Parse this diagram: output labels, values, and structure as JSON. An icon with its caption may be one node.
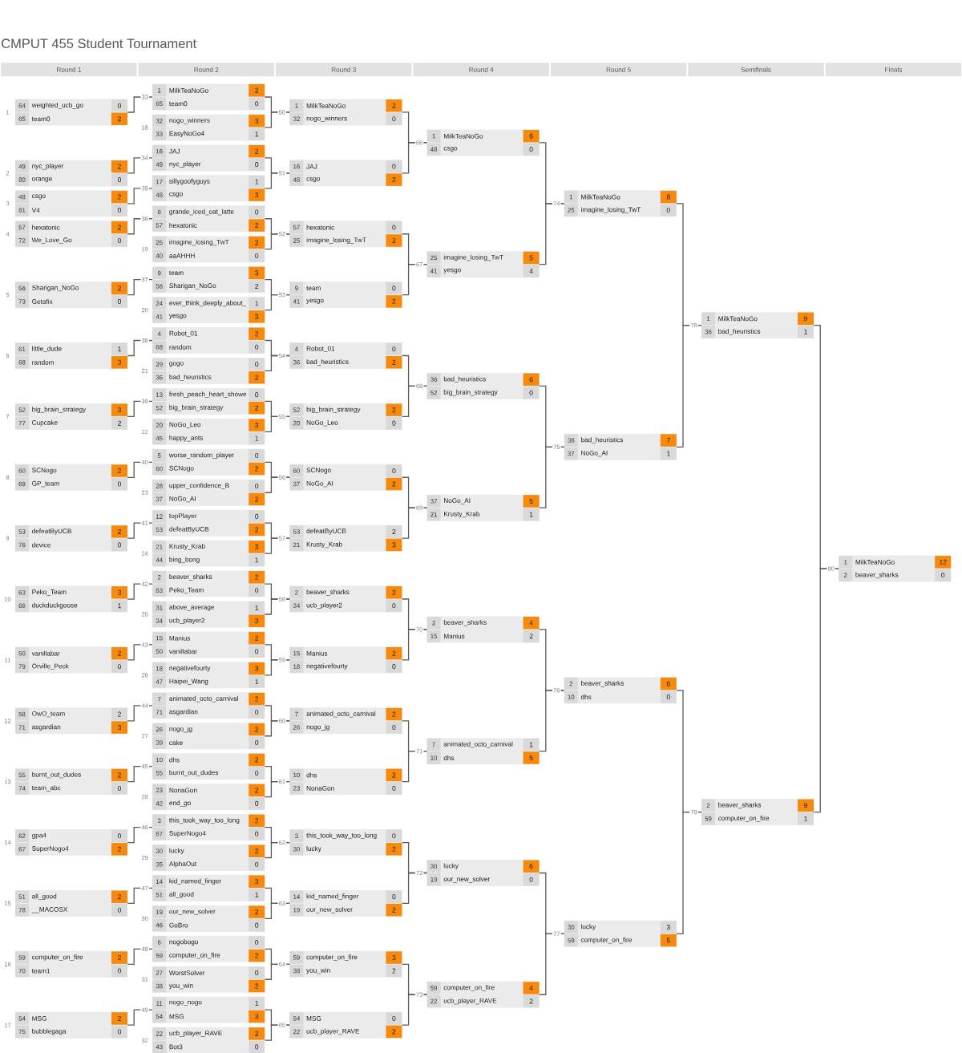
{
  "diagram": {
    "title": "CMPUT 455 Student Tournament",
    "nodes": [
      {
        "text": [
          "64",
          "weighted_ucb_go",
          "0",
          "65",
          "team0",
          "2"
        ],
        "beside": [
          "1"
        ]
      },
      {
        "text": [
          "49",
          "nyc_player",
          "2",
          "80",
          "orange",
          "0"
        ],
        "beside": [
          "2"
        ]
      },
      {
        "text": [
          "48",
          "csgo",
          "2",
          "81",
          "V4",
          "0"
        ],
        "beside": [
          "3"
        ]
      },
      {
        "text": [
          "57",
          "hexatonic",
          "2",
          "72",
          "We_Love_Go",
          "0"
        ],
        "beside": [
          "4"
        ]
      },
      {
        "text": [
          "56",
          "Sharigan_NoGo",
          "2",
          "73",
          "Getafix",
          "0"
        ],
        "beside": [
          "5"
        ]
      },
      {
        "text": [
          "61",
          "little_dude",
          "1",
          "68",
          "random",
          "3"
        ],
        "beside": [
          "6"
        ]
      },
      {
        "text": [
          "52",
          "big_brain_strategy",
          "3",
          "77",
          "Cupcake",
          "2"
        ],
        "beside": [
          "7"
        ]
      },
      {
        "text": [
          "60",
          "SCNogo",
          "2",
          "69",
          "GP_team",
          "0"
        ],
        "beside": [
          "8"
        ]
      },
      {
        "text": [
          "53",
          "defeatByUCB",
          "2",
          "76",
          "device",
          "0"
        ],
        "beside": [
          "9"
        ]
      },
      {
        "text": [
          "63",
          "Peko_Team",
          "3",
          "66",
          "duckduckgoose",
          "1"
        ],
        "beside": [
          "10"
        ]
      },
      {
        "text": [
          "50",
          "vanillabar",
          "2",
          "79",
          "Orville_Peck",
          "0"
        ],
        "beside": [
          "11"
        ]
      },
      {
        "text": [
          "58",
          "OwO_team",
          "2",
          "71",
          "asgardian",
          "3"
        ],
        "beside": [
          "12"
        ]
      },
      {
        "text": [
          "55",
          "burnt_out_dudes",
          "2",
          "74",
          "team_abc",
          "0"
        ],
        "beside": [
          "13"
        ]
      },
      {
        "text": [
          "62",
          "gpa4",
          "0",
          "67",
          "SuperNogo4",
          "2"
        ],
        "beside": [
          "14"
        ]
      },
      {
        "text": [
          "51",
          "all_good",
          "2",
          "78",
          "__MACOSX",
          "0"
        ],
        "beside": [
          "15"
        ]
      },
      {
        "text": [
          "59",
          "computer_on_fire",
          "2",
          "70",
          "team1",
          "0"
        ],
        "beside": [
          "16"
        ]
      },
      {
        "text": [
          "54",
          "MSG",
          "2",
          "75",
          "bubblegaga",
          "0"
        ],
        "beside": [
          "17"
        ]
      },
      {
        "text": [
          "1",
          "MilkTeaNoGo",
          "2",
          "65",
          "team0",
          "0"
        ],
        "beside": [
          "33"
        ]
      },
      {
        "text": [
          "32",
          "nogo_winners",
          "3",
          "33",
          "EasyNoGo4",
          "1"
        ],
        "beside": [
          "18"
        ]
      },
      {
        "text": [
          "16",
          "JAJ",
          "2",
          "49",
          "nyc_player",
          "0"
        ],
        "beside": [
          "34"
        ]
      },
      {
        "text": [
          "17",
          "sillygoofyguys",
          "1",
          "48",
          "csgo",
          "3"
        ],
        "beside": [
          "35"
        ]
      },
      {
        "text": [
          "8",
          "grande_iced_oat_latte",
          "0",
          "57",
          "hexatonic",
          "2"
        ],
        "beside": [
          "36"
        ]
      },
      {
        "text": [
          "25",
          "imagine_losing_TwT",
          "2",
          "40",
          "aaAHHH",
          "0"
        ],
        "beside": [
          "19"
        ]
      },
      {
        "text": [
          "9",
          "team",
          "3",
          "56",
          "Sharigan_NoGo",
          "2"
        ],
        "beside": [
          "37"
        ]
      },
      {
        "text": [
          "24",
          "ever_think_deeply_about_",
          "1",
          "41",
          "yesgo",
          "3"
        ],
        "beside": [
          "20"
        ]
      },
      {
        "text": [
          "4",
          "Robot_01",
          "2",
          "68",
          "random",
          "0"
        ],
        "beside": [
          "38"
        ]
      },
      {
        "text": [
          "29",
          "gogo",
          "0",
          "36",
          "bad_heuristics",
          "2"
        ],
        "beside": [
          "21"
        ]
      },
      {
        "text": [
          "13",
          "fresh_peach_heart_showe",
          "0",
          "52",
          "big_brain_strategy",
          "2"
        ],
        "beside": [
          "39"
        ]
      },
      {
        "text": [
          "20",
          "NoGo_Leo",
          "3",
          "45",
          "happy_ants",
          "1"
        ],
        "beside": [
          "22"
        ]
      },
      {
        "text": [
          "5",
          "worse_random_player",
          "0",
          "60",
          "SCNogo",
          "2"
        ],
        "beside": [
          "40"
        ]
      },
      {
        "text": [
          "28",
          "upper_confidence_B",
          "0",
          "37",
          "NoGo_AI",
          "2"
        ],
        "beside": [
          "23"
        ]
      },
      {
        "text": [
          "12",
          "topPlayer",
          "0",
          "53",
          "defeatByUCB",
          "2"
        ],
        "beside": [
          "41"
        ]
      },
      {
        "text": [
          "21",
          "Krusty_Krab",
          "3",
          "44",
          "bing_bong",
          "1"
        ],
        "beside": [
          "24"
        ]
      },
      {
        "text": [
          "2",
          "beaver_sharks",
          "2",
          "63",
          "Peko_Team",
          "0"
        ],
        "beside": [
          "42"
        ]
      },
      {
        "text": [
          "31",
          "above_average",
          "1",
          "34",
          "ucb_player2",
          "3"
        ],
        "beside": [
          "25"
        ]
      },
      {
        "text": [
          "15",
          "Manius",
          "2",
          "50",
          "vanillabar",
          "0"
        ],
        "beside": [
          "43"
        ]
      },
      {
        "text": [
          "18",
          "negativefourty",
          "3",
          "47",
          "Haipei_Wang",
          "1"
        ],
        "beside": [
          "26"
        ]
      },
      {
        "text": [
          "7",
          "animated_octo_carnival",
          "2",
          "71",
          "asgardian",
          "0"
        ],
        "beside": [
          "44"
        ]
      },
      {
        "text": [
          "26",
          "nogo_jg",
          "2",
          "39",
          "cake",
          "0"
        ],
        "beside": [
          "27"
        ]
      },
      {
        "text": [
          "10",
          "dhs",
          "2",
          "55",
          "burnt_out_dudes",
          "0"
        ],
        "beside": [
          "45"
        ]
      },
      {
        "text": [
          "23",
          "NonaGon",
          "2",
          "42",
          "end_go",
          "0"
        ],
        "beside": [
          "28"
        ]
      },
      {
        "text": [
          "3",
          "this_took_way_too_long",
          "2",
          "67",
          "SuperNogo4",
          "0"
        ],
        "beside": [
          "46"
        ]
      },
      {
        "text": [
          "30",
          "lucky",
          "2",
          "35",
          "AlphaOut",
          "0"
        ],
        "beside": [
          "29"
        ]
      },
      {
        "text": [
          "14",
          "kid_named_finger",
          "3",
          "51",
          "all_good",
          "1"
        ],
        "beside": [
          "47"
        ]
      },
      {
        "text": [
          "19",
          "our_new_solver",
          "2",
          "46",
          "GoBro",
          "0"
        ],
        "beside": [
          "30"
        ]
      },
      {
        "text": [
          "6",
          "nogobogo",
          "0",
          "59",
          "computer_on_fire",
          "2"
        ],
        "beside": [
          "48"
        ]
      },
      {
        "text": [
          "27",
          "WorstSolver",
          "0",
          "38",
          "you_win",
          "2"
        ],
        "beside": [
          "31"
        ]
      },
      {
        "text": [
          "11",
          "nogo_nogo",
          "1",
          "54",
          "MSG",
          "3"
        ],
        "beside": [
          "49"
        ]
      },
      {
        "text": [
          "22",
          "ucb_player_RAVE",
          "2",
          "43",
          "Bot3",
          "0"
        ],
        "beside": [
          "32"
        ]
      },
      {
        "text": [
          "1",
          "MilkTeaNoGo",
          "2",
          "32",
          "nogo_winners",
          "0"
        ],
        "beside": [
          "50"
        ]
      },
      {
        "text": [
          "16",
          "JAJ",
          "0",
          "48",
          "csgo",
          "2"
        ],
        "beside": [
          "51"
        ]
      },
      {
        "text": [
          "57",
          "hexatonic",
          "0",
          "25",
          "imagine_losing_TwT",
          "2"
        ],
        "beside": [
          "52"
        ]
      },
      {
        "text": [
          "9",
          "team",
          "0",
          "41",
          "yesgo",
          "2"
        ],
        "beside": [
          "53"
        ]
      },
      {
        "text": [
          "4",
          "Robot_01",
          "0",
          "36",
          "bad_heuristics",
          "2"
        ],
        "beside": [
          "54"
        ]
      },
      {
        "text": [
          "52",
          "big_brain_strategy",
          "2",
          "20",
          "NoGo_Leo",
          "0"
        ],
        "beside": [
          "55"
        ]
      },
      {
        "text": [
          "60",
          "SCNogo",
          "0",
          "37",
          "NoGo_AI",
          "2"
        ],
        "beside": [
          "56"
        ]
      },
      {
        "text": [
          "53",
          "defeatByUCB",
          "2",
          "21",
          "Krusty_Krab",
          "3"
        ],
        "beside": [
          "57"
        ]
      },
      {
        "text": [
          "2",
          "beaver_sharks",
          "2",
          "34",
          "ucb_player2",
          "0"
        ],
        "beside": [
          "58"
        ]
      },
      {
        "text": [
          "15",
          "Manius",
          "2",
          "18",
          "negativefourty",
          "0"
        ],
        "beside": [
          "59"
        ]
      },
      {
        "text": [
          "7",
          "animated_octo_carnival",
          "2",
          "26",
          "nogo_jg",
          "0"
        ],
        "beside": [
          "60"
        ]
      },
      {
        "text": [
          "10",
          "dhs",
          "2",
          "23",
          "NonaGon",
          "0"
        ],
        "beside": [
          "61"
        ]
      },
      {
        "text": [
          "3",
          "this_took_way_too_long",
          "0",
          "30",
          "lucky",
          "2"
        ],
        "beside": [
          "62"
        ]
      },
      {
        "text": [
          "14",
          "kid_named_finger",
          "0",
          "19",
          "our_new_solver",
          "2"
        ],
        "beside": [
          "63"
        ]
      },
      {
        "text": [
          "59",
          "computer_on_fire",
          "3",
          "38",
          "you_win",
          "2"
        ],
        "beside": [
          "64"
        ]
      },
      {
        "text": [
          "54",
          "MSG",
          "0",
          "22",
          "ucb_player_RAVE",
          "2"
        ],
        "beside": [
          "65"
        ]
      },
      {
        "text": [
          "1",
          "MilkTeaNoGo",
          "6",
          "48",
          "csgo",
          "0"
        ],
        "beside": [
          "66"
        ]
      },
      {
        "text": [
          "25",
          "imagine_losing_TwT",
          "5",
          "41",
          "yesgo",
          "4"
        ],
        "beside": [
          "67"
        ]
      },
      {
        "text": [
          "36",
          "bad_heuristics",
          "6",
          "52",
          "big_brain_strategy",
          "0"
        ],
        "beside": [
          "68"
        ]
      },
      {
        "text": [
          "37",
          "NoGo_AI",
          "5",
          "21",
          "Krusty_Krab",
          "1"
        ],
        "beside": [
          "69"
        ]
      },
      {
        "text": [
          "2",
          "beaver_sharks",
          "4",
          "15",
          "Manius",
          "2"
        ],
        "beside": [
          "70"
        ]
      },
      {
        "text": [
          "7",
          "animated_octo_carnival",
          "1",
          "10",
          "dhs",
          "5"
        ],
        "beside": [
          "71"
        ]
      },
      {
        "text": [
          "30",
          "lucky",
          "6",
          "19",
          "our_new_solver",
          "0"
        ],
        "beside": [
          "72"
        ]
      },
      {
        "text": [
          "59",
          "computer_on_fire",
          "4",
          "22",
          "ucb_player_RAVE",
          "2"
        ],
        "beside": [
          "73"
        ]
      },
      {
        "text": [
          "1",
          "MilkTeaNoGo",
          "8",
          "25",
          "imagine_losing_TwT",
          "0"
        ],
        "beside": [
          "74"
        ]
      },
      {
        "text": [
          "36",
          "bad_heuristics",
          "7",
          "37",
          "NoGo_AI",
          "1"
        ],
        "beside": [
          "75"
        ]
      },
      {
        "text": [
          "2",
          "beaver_sharks",
          "6",
          "10",
          "dhs",
          "0"
        ],
        "beside": [
          "76"
        ]
      },
      {
        "text": [
          "30",
          "lucky",
          "3",
          "59",
          "computer_on_fire",
          "5"
        ],
        "beside": [
          "77"
        ]
      },
      {
        "text": [
          "1",
          "MilkTeaNoGo",
          "9",
          "36",
          "bad_heuristics",
          "1"
        ],
        "beside": [
          "78"
        ]
      },
      {
        "text": [
          "2",
          "beaver_sharks",
          "9",
          "59",
          "computer_on_fire",
          "1"
        ],
        "beside": [
          "79"
        ]
      },
      {
        "text": [
          "1",
          "MilkTeaNoGo",
          "12",
          "2",
          "beaver_sharks",
          "0"
        ],
        "beside": [
          "80"
        ]
      }
    ],
    "edges": [
      {
        "from": 0,
        "to": 17,
        "arrow": "none"
      },
      {
        "from": 1,
        "to": 19,
        "arrow": "none"
      },
      {
        "from": 2,
        "to": 20,
        "arrow": "none"
      },
      {
        "from": 3,
        "to": 21,
        "arrow": "none"
      },
      {
        "from": 4,
        "to": 23,
        "arrow": "none"
      },
      {
        "from": 5,
        "to": 25,
        "arrow": "none"
      },
      {
        "from": 6,
        "to": 27,
        "arrow": "none"
      },
      {
        "from": 7,
        "to": 29,
        "arrow": "none"
      },
      {
        "from": 8,
        "to": 31,
        "arrow": "none"
      },
      {
        "from": 9,
        "to": 33,
        "arrow": "none"
      },
      {
        "from": 10,
        "to": 35,
        "arrow": "none"
      },
      {
        "from": 11,
        "to": 37,
        "arrow": "none"
      },
      {
        "from": 12,
        "to": 39,
        "arrow": "none"
      },
      {
        "from": 13,
        "to": 41,
        "arrow": "none"
      },
      {
        "from": 14,
        "to": 43,
        "arrow": "none"
      },
      {
        "from": 15,
        "to": 45,
        "arrow": "none"
      },
      {
        "from": 16,
        "to": 47,
        "arrow": "none"
      },
      {
        "from": 17,
        "to": 49,
        "arrow": "none"
      },
      {
        "from": 18,
        "to": 49,
        "arrow": "none"
      },
      {
        "from": 19,
        "to": 50,
        "arrow": "none"
      },
      {
        "from": 20,
        "to": 50,
        "arrow": "none"
      },
      {
        "from": 21,
        "to": 51,
        "arrow": "none"
      },
      {
        "from": 22,
        "to": 51,
        "arrow": "none"
      },
      {
        "from": 23,
        "to": 52,
        "arrow": "none"
      },
      {
        "from": 24,
        "to": 52,
        "arrow": "none"
      },
      {
        "from": 25,
        "to": 53,
        "arrow": "none"
      },
      {
        "from": 26,
        "to": 53,
        "arrow": "none"
      },
      {
        "from": 27,
        "to": 54,
        "arrow": "none"
      },
      {
        "from": 28,
        "to": 54,
        "arrow": "none"
      },
      {
        "from": 29,
        "to": 55,
        "arrow": "none"
      },
      {
        "from": 30,
        "to": 55,
        "arrow": "none"
      },
      {
        "from": 31,
        "to": 56,
        "arrow": "none"
      },
      {
        "from": 32,
        "to": 56,
        "arrow": "none"
      },
      {
        "from": 33,
        "to": 57,
        "arrow": "none"
      },
      {
        "from": 34,
        "to": 57,
        "arrow": "none"
      },
      {
        "from": 35,
        "to": 58,
        "arrow": "none"
      },
      {
        "from": 36,
        "to": 58,
        "arrow": "none"
      },
      {
        "from": 37,
        "to": 59,
        "arrow": "none"
      },
      {
        "from": 38,
        "to": 59,
        "arrow": "none"
      },
      {
        "from": 39,
        "to": 60,
        "arrow": "none"
      },
      {
        "from": 40,
        "to": 60,
        "arrow": "none"
      },
      {
        "from": 41,
        "to": 61,
        "arrow": "none"
      },
      {
        "from": 42,
        "to": 61,
        "arrow": "none"
      },
      {
        "from": 43,
        "to": 62,
        "arrow": "none"
      },
      {
        "from": 44,
        "to": 62,
        "arrow": "none"
      },
      {
        "from": 45,
        "to": 63,
        "arrow": "none"
      },
      {
        "from": 46,
        "to": 63,
        "arrow": "none"
      },
      {
        "from": 47,
        "to": 64,
        "arrow": "none"
      },
      {
        "from": 48,
        "to": 64,
        "arrow": "none"
      },
      {
        "from": 49,
        "to": 65,
        "arrow": "none"
      },
      {
        "from": 50,
        "to": 65,
        "arrow": "none"
      },
      {
        "from": 51,
        "to": 66,
        "arrow": "none"
      },
      {
        "from": 52,
        "to": 66,
        "arrow": "none"
      },
      {
        "from": 53,
        "to": 67,
        "arrow": "none"
      },
      {
        "from": 54,
        "to": 67,
        "arrow": "none"
      },
      {
        "from": 55,
        "to": 68,
        "arrow": "none"
      },
      {
        "from": 56,
        "to": 68,
        "arrow": "none"
      },
      {
        "from": 57,
        "to": 69,
        "arrow": "none"
      },
      {
        "from": 58,
        "to": 69,
        "arrow": "none"
      },
      {
        "from": 59,
        "to": 70,
        "arrow": "none"
      },
      {
        "from": 60,
        "to": 70,
        "arrow": "none"
      },
      {
        "from": 61,
        "to": 71,
        "arrow": "none"
      },
      {
        "from": 62,
        "to": 71,
        "arrow": "none"
      },
      {
        "from": 63,
        "to": 72,
        "arrow": "none"
      },
      {
        "from": 64,
        "to": 72,
        "arrow": "none"
      },
      {
        "from": 65,
        "to": 73,
        "arrow": "none"
      },
      {
        "from": 66,
        "to": 73,
        "arrow": "none"
      },
      {
        "from": 67,
        "to": 74,
        "arrow": "none"
      },
      {
        "from": 68,
        "to": 74,
        "arrow": "none"
      },
      {
        "from": 69,
        "to": 75,
        "arrow": "none"
      },
      {
        "from": 70,
        "to": 75,
        "arrow": "none"
      },
      {
        "from": 71,
        "to": 76,
        "arrow": "none"
      },
      {
        "from": 72,
        "to": 76,
        "arrow": "none"
      },
      {
        "from": 73,
        "to": 77,
        "arrow": "none"
      },
      {
        "from": 74,
        "to": 77,
        "arrow": "none"
      },
      {
        "from": 75,
        "to": 78,
        "arrow": "none"
      },
      {
        "from": 76,
        "to": 78,
        "arrow": "none"
      },
      {
        "from": 77,
        "to": 79,
        "arrow": "none"
      },
      {
        "from": 78,
        "to": 79,
        "arrow": "none"
      }
    ],
    "labels": [
      "Round 1",
      "Round 2",
      "Round 3",
      "Round 4",
      "Round 5",
      "Semifinals",
      "Finals"
    ]
  }
}
